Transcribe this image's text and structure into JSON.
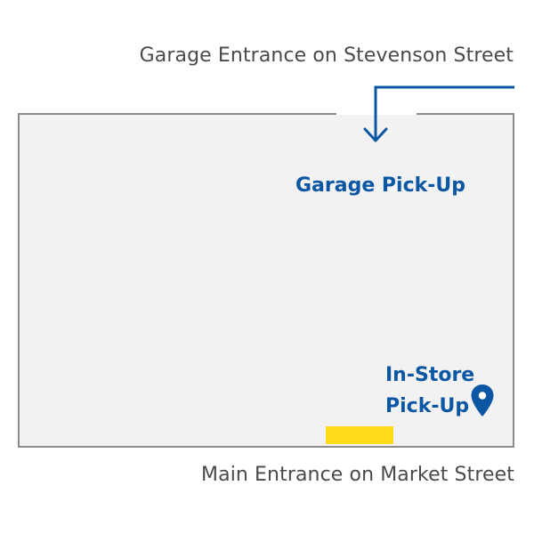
{
  "map": {
    "garage_entrance_label": "Garage Entrance on Stevenson Street",
    "main_entrance_label": "Main Entrance on Market Street",
    "garage_pickup_label": "Garage Pick-Up",
    "instore_pickup_line1": "In-Store",
    "instore_pickup_line2": "Pick-Up"
  },
  "colors": {
    "accent_blue": "#0b57a4",
    "entrance_yellow": "#ffda1a",
    "building_fill": "#f2f2f2",
    "building_outline": "#8c8c8c",
    "text_gray": "#4a4a4a"
  },
  "icons": {
    "pickup_marker": "location-pin-icon",
    "route_arrow": "arrow-down-icon"
  }
}
